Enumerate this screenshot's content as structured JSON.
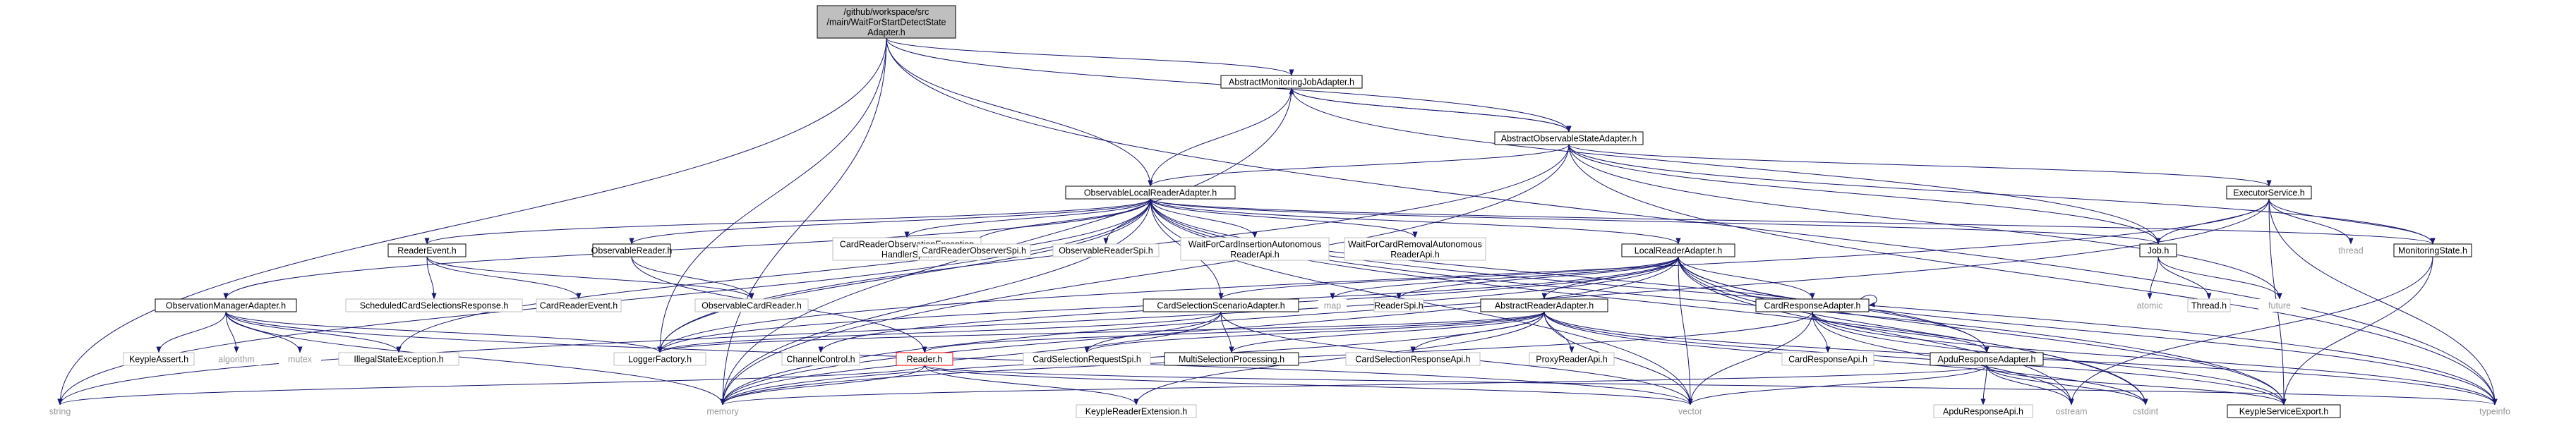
{
  "nodes": [
    {
      "id": "root",
      "lines": [
        "/github/workspace/src",
        "/main/WaitForStartDetectState",
        "Adapter.h"
      ],
      "kind": "root"
    },
    {
      "id": "amja",
      "lines": [
        "AbstractMonitoringJobAdapter.h"
      ],
      "kind": "box"
    },
    {
      "id": "aosa",
      "lines": [
        "AbstractObservableStateAdapter.h"
      ],
      "kind": "box"
    },
    {
      "id": "olra",
      "lines": [
        "ObservableLocalReaderAdapter.h"
      ],
      "kind": "box"
    },
    {
      "id": "es",
      "lines": [
        "ExecutorService.h"
      ],
      "kind": "box"
    },
    {
      "id": "job",
      "lines": [
        "Job.h"
      ],
      "kind": "box"
    },
    {
      "id": "ms",
      "lines": [
        "MonitoringState.h"
      ],
      "kind": "box"
    },
    {
      "id": "thread",
      "lines": [
        "thread"
      ],
      "kind": "sys"
    },
    {
      "id": "atomic",
      "lines": [
        "atomic"
      ],
      "kind": "sys"
    },
    {
      "id": "threadh",
      "lines": [
        "Thread.h"
      ],
      "kind": "plain"
    },
    {
      "id": "future",
      "lines": [
        "future"
      ],
      "kind": "sys"
    },
    {
      "id": "re",
      "lines": [
        "ReaderEvent.h"
      ],
      "kind": "box"
    },
    {
      "id": "or",
      "lines": [
        "ObservableReader.h"
      ],
      "kind": "box"
    },
    {
      "id": "croe",
      "lines": [
        "CardReaderObservationException",
        "HandlerSpi.h"
      ],
      "kind": "plain"
    },
    {
      "id": "cros",
      "lines": [
        "CardReaderObserverSpi.h"
      ],
      "kind": "plain"
    },
    {
      "id": "ors",
      "lines": [
        "ObservableReaderSpi.h"
      ],
      "kind": "plain"
    },
    {
      "id": "wfci",
      "lines": [
        "WaitForCardInsertionAutonomous",
        "ReaderApi.h"
      ],
      "kind": "plain"
    },
    {
      "id": "wfcr",
      "lines": [
        "WaitForCardRemovalAutonomous",
        "ReaderApi.h"
      ],
      "kind": "plain"
    },
    {
      "id": "lra",
      "lines": [
        "LocalReaderAdapter.h"
      ],
      "kind": "box"
    },
    {
      "id": "scsr",
      "lines": [
        "ScheduledCardSelectionsResponse.h"
      ],
      "kind": "plain"
    },
    {
      "id": "cre",
      "lines": [
        "CardReaderEvent.h"
      ],
      "kind": "plain"
    },
    {
      "id": "ocr",
      "lines": [
        "ObservableCardReader.h"
      ],
      "kind": "plain"
    },
    {
      "id": "oma",
      "lines": [
        "ObservationManagerAdapter.h"
      ],
      "kind": "box"
    },
    {
      "id": "csa",
      "lines": [
        "CardSelectionScenarioAdapter.h"
      ],
      "kind": "box"
    },
    {
      "id": "map",
      "lines": [
        "map"
      ],
      "kind": "sys"
    },
    {
      "id": "rspi",
      "lines": [
        "ReaderSpi.h"
      ],
      "kind": "plain"
    },
    {
      "id": "ara",
      "lines": [
        "AbstractReaderAdapter.h"
      ],
      "kind": "box"
    },
    {
      "id": "cra",
      "lines": [
        "CardResponseAdapter.h"
      ],
      "kind": "box"
    },
    {
      "id": "kassert",
      "lines": [
        "KeypleAssert.h"
      ],
      "kind": "plain"
    },
    {
      "id": "algorithm",
      "lines": [
        "algorithm"
      ],
      "kind": "sys"
    },
    {
      "id": "mutex",
      "lines": [
        "mutex"
      ],
      "kind": "sys"
    },
    {
      "id": "ise",
      "lines": [
        "IllegalStateException.h"
      ],
      "kind": "plain"
    },
    {
      "id": "lf",
      "lines": [
        "LoggerFactory.h"
      ],
      "kind": "plain"
    },
    {
      "id": "cc",
      "lines": [
        "ChannelControl.h"
      ],
      "kind": "plain"
    },
    {
      "id": "reader",
      "lines": [
        "Reader.h"
      ],
      "kind": "red"
    },
    {
      "id": "csrs",
      "lines": [
        "CardSelectionRequestSpi.h"
      ],
      "kind": "plain"
    },
    {
      "id": "msp",
      "lines": [
        "MultiSelectionProcessing.h"
      ],
      "kind": "box"
    },
    {
      "id": "csra",
      "lines": [
        "CardSelectionResponseApi.h"
      ],
      "kind": "plain"
    },
    {
      "id": "pra",
      "lines": [
        "ProxyReaderApi.h"
      ],
      "kind": "plain"
    },
    {
      "id": "crapi",
      "lines": [
        "CardResponseApi.h"
      ],
      "kind": "plain"
    },
    {
      "id": "apra",
      "lines": [
        "ApduResponseAdapter.h"
      ],
      "kind": "box"
    },
    {
      "id": "string",
      "lines": [
        "string"
      ],
      "kind": "sys"
    },
    {
      "id": "memory",
      "lines": [
        "memory"
      ],
      "kind": "sys"
    },
    {
      "id": "kre",
      "lines": [
        "KeypleReaderExtension.h"
      ],
      "kind": "plain"
    },
    {
      "id": "vector",
      "lines": [
        "vector"
      ],
      "kind": "sys"
    },
    {
      "id": "aprapi",
      "lines": [
        "ApduResponseApi.h"
      ],
      "kind": "plain"
    },
    {
      "id": "ostream",
      "lines": [
        "ostream"
      ],
      "kind": "sys"
    },
    {
      "id": "cstdint",
      "lines": [
        "cstdint"
      ],
      "kind": "sys"
    },
    {
      "id": "kse",
      "lines": [
        "KeypleServiceExport.h"
      ],
      "kind": "box"
    },
    {
      "id": "typeinfo",
      "lines": [
        "typeinfo"
      ],
      "kind": "sys"
    }
  ],
  "edges": [
    [
      "root",
      "amja"
    ],
    [
      "root",
      "aosa"
    ],
    [
      "root",
      "olra"
    ],
    [
      "root",
      "lf"
    ],
    [
      "root",
      "memory"
    ],
    [
      "root",
      "typeinfo"
    ],
    [
      "root",
      "string"
    ],
    [
      "amja",
      "aosa"
    ],
    [
      "amja",
      "olra"
    ],
    [
      "amja",
      "job"
    ],
    [
      "amja",
      "memory"
    ],
    [
      "aosa",
      "amja"
    ],
    [
      "aosa",
      "olra"
    ],
    [
      "aosa",
      "es"
    ],
    [
      "aosa",
      "job"
    ],
    [
      "aosa",
      "ms"
    ],
    [
      "aosa",
      "future"
    ],
    [
      "aosa",
      "typeinfo"
    ],
    [
      "aosa",
      "lf"
    ],
    [
      "aosa",
      "memory"
    ],
    [
      "es",
      "job"
    ],
    [
      "es",
      "ms"
    ],
    [
      "es",
      "thread"
    ],
    [
      "es",
      "typeinfo"
    ],
    [
      "es",
      "kse"
    ],
    [
      "es",
      "memory"
    ],
    [
      "es",
      "lf"
    ],
    [
      "job",
      "atomic"
    ],
    [
      "job",
      "threadh"
    ],
    [
      "job",
      "future"
    ],
    [
      "ms",
      "kse"
    ],
    [
      "ms",
      "ostream"
    ],
    [
      "olra",
      "re"
    ],
    [
      "olra",
      "or"
    ],
    [
      "olra",
      "croe"
    ],
    [
      "olra",
      "cros"
    ],
    [
      "olra",
      "ors"
    ],
    [
      "olra",
      "wfci"
    ],
    [
      "olra",
      "wfcr"
    ],
    [
      "olra",
      "lra"
    ],
    [
      "olra",
      "oma"
    ],
    [
      "olra",
      "csa"
    ],
    [
      "olra",
      "job"
    ],
    [
      "olra",
      "ms"
    ],
    [
      "olra",
      "lf"
    ],
    [
      "olra",
      "memory"
    ],
    [
      "olra",
      "ise"
    ],
    [
      "olra",
      "string"
    ],
    [
      "olra",
      "vector"
    ],
    [
      "olra",
      "kse"
    ],
    [
      "olra",
      "typeinfo"
    ],
    [
      "olra",
      "apra"
    ],
    [
      "olra",
      "cstdint"
    ],
    [
      "re",
      "scsr"
    ],
    [
      "re",
      "cre"
    ],
    [
      "re",
      "ocr"
    ],
    [
      "or",
      "ocr"
    ],
    [
      "or",
      "reader"
    ],
    [
      "oma",
      "kassert"
    ],
    [
      "oma",
      "algorithm"
    ],
    [
      "oma",
      "mutex"
    ],
    [
      "oma",
      "ise"
    ],
    [
      "oma",
      "lf"
    ],
    [
      "oma",
      "memory"
    ],
    [
      "oma",
      "vector"
    ],
    [
      "lra",
      "map"
    ],
    [
      "lra",
      "rspi"
    ],
    [
      "lra",
      "ara"
    ],
    [
      "lra",
      "cra"
    ],
    [
      "lra",
      "apra"
    ],
    [
      "lra",
      "csa"
    ],
    [
      "lra",
      "lf"
    ],
    [
      "lra",
      "cc"
    ],
    [
      "lra",
      "vector"
    ],
    [
      "lra",
      "memory"
    ],
    [
      "lra",
      "kse"
    ],
    [
      "lra",
      "typeinfo"
    ],
    [
      "lra",
      "cstdint"
    ],
    [
      "lra",
      "ostream"
    ],
    [
      "lra",
      "string"
    ],
    [
      "csa",
      "csrs"
    ],
    [
      "csa",
      "msp"
    ],
    [
      "csa",
      "lf"
    ],
    [
      "csa",
      "memory"
    ],
    [
      "csa",
      "vector"
    ],
    [
      "ara",
      "reader"
    ],
    [
      "ara",
      "csrs"
    ],
    [
      "ara",
      "msp"
    ],
    [
      "ara",
      "csra"
    ],
    [
      "ara",
      "pra"
    ],
    [
      "ara",
      "kre"
    ],
    [
      "ara",
      "lf"
    ],
    [
      "ara",
      "memory"
    ],
    [
      "ara",
      "vector"
    ],
    [
      "ara",
      "kse"
    ],
    [
      "ara",
      "typeinfo"
    ],
    [
      "ara",
      "cstdint"
    ],
    [
      "cra",
      "cra"
    ],
    [
      "cra",
      "crapi"
    ],
    [
      "cra",
      "apra"
    ],
    [
      "cra",
      "memory"
    ],
    [
      "cra",
      "vector"
    ],
    [
      "cra",
      "kse"
    ],
    [
      "cra",
      "ostream"
    ],
    [
      "cra",
      "typeinfo"
    ],
    [
      "apra",
      "aprapi"
    ],
    [
      "apra",
      "ostream"
    ],
    [
      "apra",
      "cstdint"
    ],
    [
      "apra",
      "vector"
    ],
    [
      "apra",
      "kse"
    ],
    [
      "apra",
      "memory"
    ],
    [
      "reader",
      "kre"
    ],
    [
      "reader",
      "string"
    ],
    [
      "reader",
      "memory"
    ],
    [
      "reader",
      "vector"
    ],
    [
      "reader",
      "typeinfo"
    ]
  ]
}
